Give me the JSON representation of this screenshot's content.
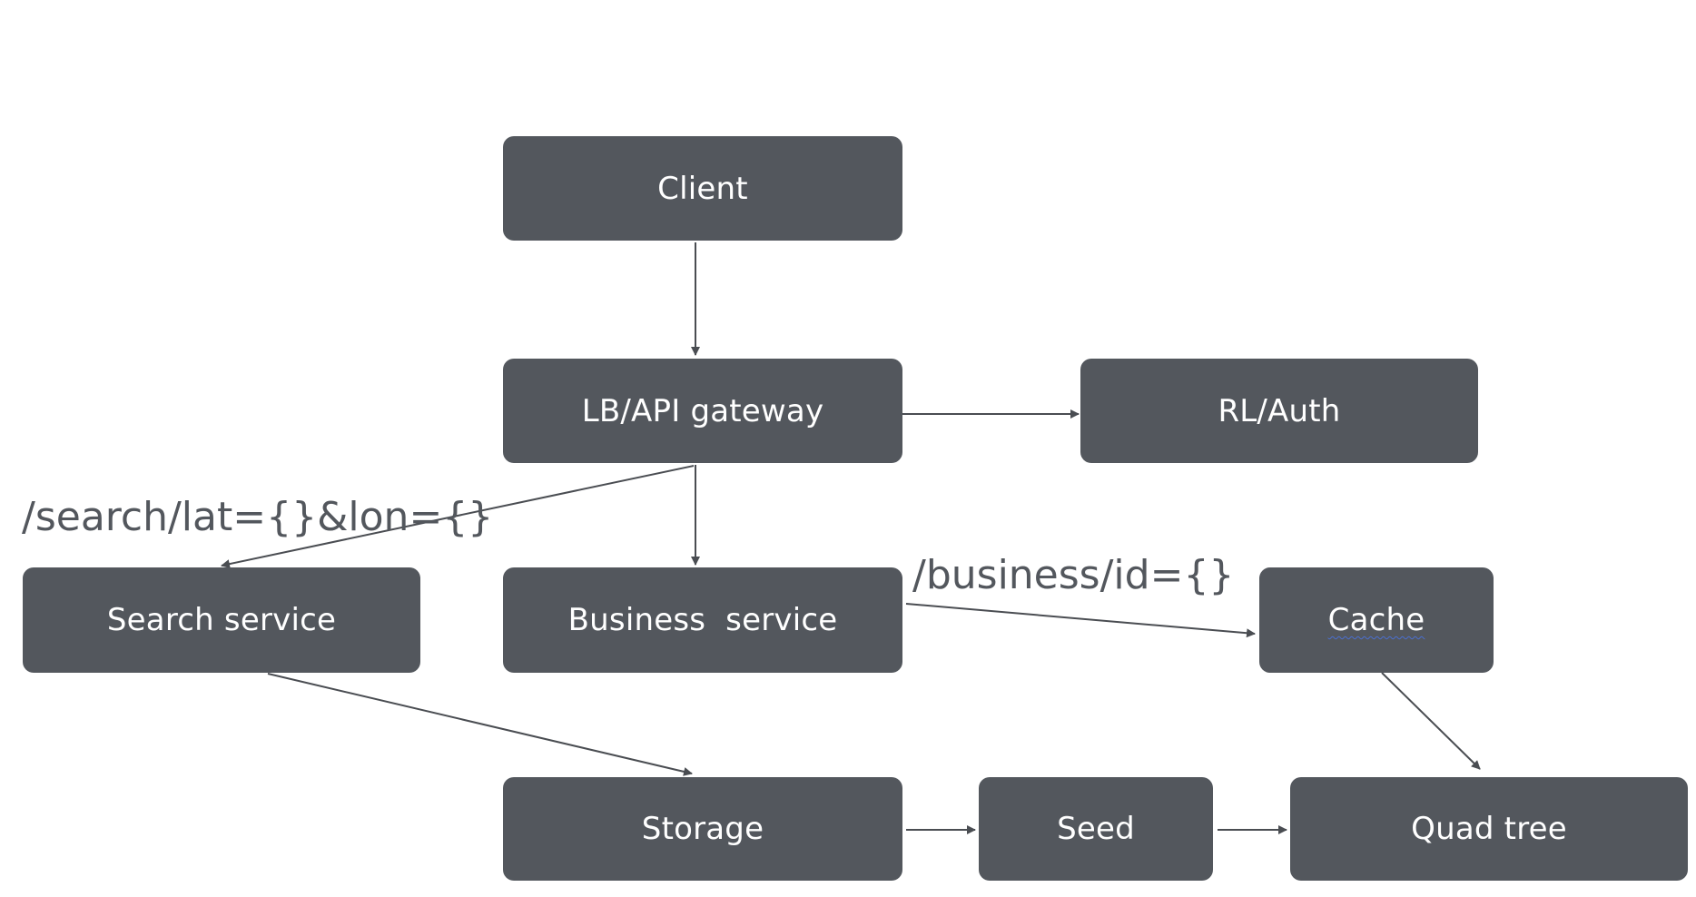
{
  "colors": {
    "node_fill": "#53575d",
    "node_text": "#ffffff",
    "edge": "#4a4d52",
    "label_text": "#53575d",
    "background": "#ffffff"
  },
  "nodes": {
    "client": "Client",
    "gateway": "LB/API gateway",
    "rl_auth": "RL/Auth",
    "search_service": "Search service",
    "business_service": "Business  service",
    "cache": "Cache",
    "storage": "Storage",
    "seed": "Seed",
    "quad_tree": "Quad tree"
  },
  "labels": {
    "search_endpoint": "/search/lat={}&lon={}",
    "business_endpoint": "/business/id={}"
  }
}
